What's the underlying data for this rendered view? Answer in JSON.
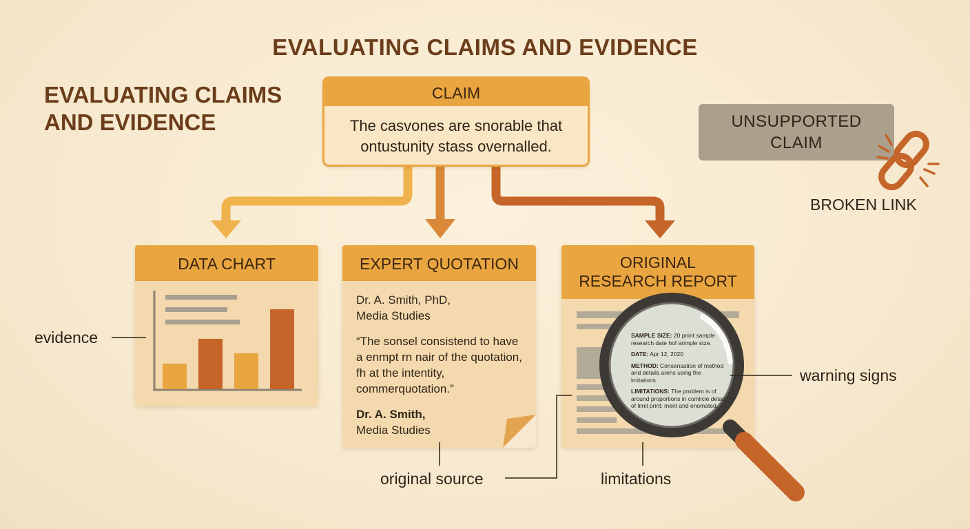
{
  "title": "EVALUATING CLAIMS AND EVIDENCE",
  "side_title": "EVALUATING CLAIMS AND EVIDENCE",
  "claim": {
    "heading": "CLAIM",
    "text": "The casvones are snorable that ontustunity stass overnalled."
  },
  "unsupported": {
    "label": "UNSUPPORTED CLAIM",
    "icon": "broken-chain-icon",
    "caption": "BROKEN LINK"
  },
  "cards": {
    "chart": {
      "heading": "DATA CHART",
      "bars": [
        0.32,
        0.63,
        0.45,
        1.0
      ]
    },
    "quote": {
      "heading": "EXPERT QUOTATION",
      "author_top": "Dr. A. Smith, PhD,",
      "affiliation_top": "Media Studies",
      "quote": "“The sonsel consistend to have a enmpt rn nair of the quotation, fh at the intentity, commerquotation.”",
      "author_bottom": "Dr. A. Smith,",
      "affiliation_bottom": "Media Studies"
    },
    "report": {
      "heading_line1": "ORIGINAL",
      "heading_line2": "RESEARCH REPORT",
      "lens": {
        "sample_label": "SAMPLE SIZE:",
        "sample_text": "20 pnint sample research date hof arimple stze.",
        "date_label": "DATE:",
        "date_text": "Apr 12, 2020",
        "method_label": "METHOD:",
        "method_text": "Consensation of method and details arehs using the imitations.",
        "limits_label": "LIMITATIONS:",
        "limits_text": "The problem is of around proportions in comlicle detais of limit print: ment and enomated."
      }
    }
  },
  "annotations": {
    "evidence": "evidence",
    "warning": "warning signs",
    "source": "original source",
    "limitations": "limitations"
  },
  "colors": {
    "accent": "#e9a540",
    "dark_orange": "#c5652a",
    "title": "#6b3d1a",
    "card_bg": "#f4d9ae",
    "gray": "#aba08c"
  }
}
